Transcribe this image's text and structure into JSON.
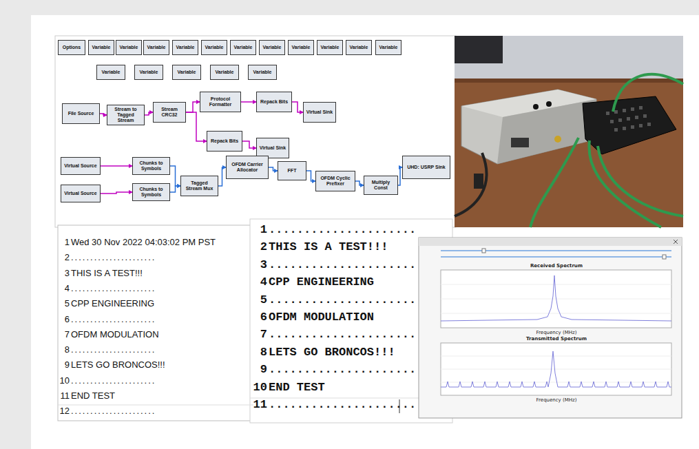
{
  "diagram": {
    "nodes": [
      {
        "text": [
          "Options"
        ]
      },
      {
        "text": [
          "Variable"
        ]
      },
      {
        "text": [
          "Variable"
        ]
      },
      {
        "text": [
          "Variable"
        ]
      },
      {
        "text": [
          "Variable"
        ]
      },
      {
        "text": [
          "Variable"
        ]
      },
      {
        "text": [
          "Variable"
        ]
      },
      {
        "text": [
          "Variable"
        ]
      },
      {
        "text": [
          "Variable"
        ]
      },
      {
        "text": [
          "Variable"
        ]
      },
      {
        "text": [
          "Variable"
        ]
      },
      {
        "text": [
          "Variable"
        ]
      },
      {
        "text": [
          "Variable"
        ]
      },
      {
        "text": [
          "Variable"
        ]
      },
      {
        "text": [
          "Variable"
        ]
      },
      {
        "text": [
          "Variable"
        ]
      },
      {
        "text": [
          "Variable"
        ]
      },
      {
        "text": [
          "File Source"
        ]
      },
      {
        "text": [
          "Stream to Tagged Stream"
        ]
      },
      {
        "text": [
          "Stream CRC32"
        ]
      },
      {
        "text": [
          "Protocol Formatter"
        ]
      },
      {
        "text": [
          "Repack Bits"
        ]
      },
      {
        "text": [
          "Virtual Sink"
        ]
      },
      {
        "text": [
          "Repack Bits"
        ]
      },
      {
        "text": [
          "Virtual Sink"
        ]
      },
      {
        "text": [
          "Virtual Source"
        ]
      },
      {
        "text": [
          "Virtual Source"
        ]
      },
      {
        "text": [
          "Chunks to Symbols"
        ]
      },
      {
        "text": [
          "Chunks to Symbols"
        ]
      },
      {
        "text": [
          "Tagged Stream Mux"
        ]
      },
      {
        "text": [
          "OFDM Carrier Allocator"
        ]
      },
      {
        "text": [
          "FFT"
        ]
      },
      {
        "text": [
          "OFDM Cyclic Prefixer"
        ]
      },
      {
        "text": [
          "Multiply Const"
        ]
      },
      {
        "text": [
          "UHD: USRP Sink"
        ]
      }
    ],
    "edges": [
      {
        "from": 17,
        "to": 18,
        "arrow": "to"
      },
      {
        "from": 18,
        "to": 19,
        "arrow": "to"
      },
      {
        "from": 19,
        "to": 20,
        "arrow": "to"
      },
      {
        "from": 20,
        "to": 21,
        "arrow": "to"
      },
      {
        "from": 21,
        "to": 22,
        "arrow": "to"
      },
      {
        "from": 19,
        "to": 23,
        "arrow": "to"
      },
      {
        "from": 23,
        "to": 24,
        "arrow": "to"
      },
      {
        "from": 25,
        "to": 27,
        "arrow": "to"
      },
      {
        "from": 26,
        "to": 28,
        "arrow": "to"
      },
      {
        "from": 27,
        "to": 29,
        "arrow": "to"
      },
      {
        "from": 28,
        "to": 29,
        "arrow": "to"
      },
      {
        "from": 29,
        "to": 30,
        "arrow": "to"
      },
      {
        "from": 30,
        "to": 31,
        "arrow": "to"
      },
      {
        "from": 31,
        "to": 32,
        "arrow": "to"
      },
      {
        "from": 32,
        "to": 33,
        "arrow": "to"
      },
      {
        "from": 33,
        "to": 34,
        "arrow": "to"
      }
    ],
    "labels": [
      "1",
      "Wed 30 Nov 2022 04:03:02 PM PST",
      "2",
      "......................",
      "3",
      "THIS IS A TEST!!!",
      "4",
      "......................",
      "5",
      "CPP ENGINEERING",
      "6",
      "......................",
      "7",
      "OFDM MODULATION",
      "8",
      "......................",
      "9",
      "LETS GO BRONCOS!!!",
      "10",
      "......................",
      "11",
      "END TEST",
      "12",
      "......................",
      "1",
      ".....................",
      "2",
      "THIS IS A TEST!!!",
      "3",
      ".....................",
      "4",
      "CPP ENGINEERING",
      "5",
      ".....................",
      "6",
      "OFDM MODULATION",
      "7",
      ".....................",
      "8",
      "LETS GO BRONCOS!!!",
      "9",
      ".....................",
      "10",
      "END TEST",
      "11",
      ".....................",
      "Received Spectrum",
      "Frequency (MHz)",
      "Transmitted Spectrum",
      "Frequency (MHz)"
    ]
  }
}
